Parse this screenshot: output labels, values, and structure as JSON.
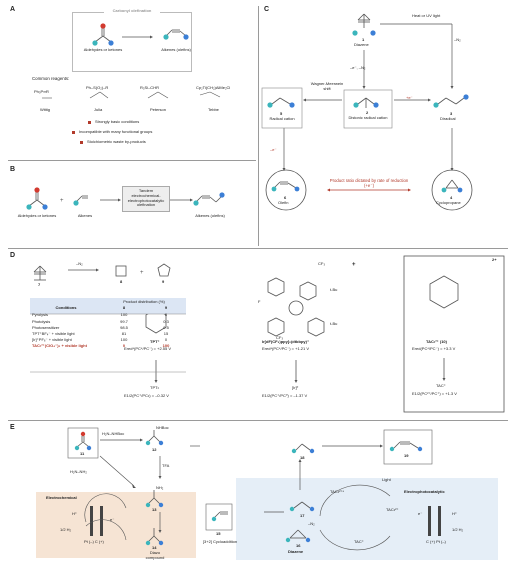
{
  "colors": {
    "teal": "#3bb5bc",
    "blue": "#3c7fd6",
    "red": "#b23a2b",
    "gray": "#7b7b7b",
    "peach": "#f6e4d4",
    "lightblue": "#e5eef7",
    "tableblue": "#dce6f4"
  },
  "panelA": {
    "label": "A",
    "header": "Carbonyl olefination",
    "left_compound": "Aldehydes or ketones",
    "right_compound": "Alkenes (olefins)",
    "common_reagents": "Common reagents:",
    "reagents": [
      {
        "formula": "Ph₃P═R",
        "name": "Wittig"
      },
      {
        "formula": "Ph–S(O₂)–R",
        "name": "Julia"
      },
      {
        "formula": "R₃Si–CHR",
        "name": "Peterson"
      },
      {
        "formula": "Cp₂Ti(CH₂)AlMe₂Cl",
        "name": "Tebbe"
      }
    ],
    "drawbacks": [
      "Strongly basic conditions",
      "Incompatible with many functional groups",
      "Stoichiometric waste by-products"
    ]
  },
  "panelB": {
    "label": "B",
    "left": "Aldehydes or ketones",
    "middle": "Alkenes",
    "box": "Tandem electrochemical-electrophotocatalytic olefination",
    "right": "Alkenes (olefins)"
  },
  "panelC": {
    "label": "C",
    "c1": {
      "num": "1",
      "name": "Diazene"
    },
    "c2": {
      "num": "2",
      "name": "Distonic radical cation"
    },
    "c3": {
      "num": "3",
      "name": "Diradical"
    },
    "c4": {
      "num": "4",
      "name": "Cyclopropane"
    },
    "c5": {
      "num": "5",
      "name": "Radical cation"
    },
    "c6": {
      "num": "6",
      "name": "Olefin"
    },
    "heat": "Heat or UV light",
    "minus_n2_a": "–N₂",
    "minus_n2_b": "–e⁻, –N₂",
    "wagner": "Wagner-Meerwein shift",
    "plus_e": "+e⁻",
    "minus_e": "–e⁻",
    "ratio": "Product ratio dictated by rate of reduction (+e⁻)"
  },
  "panelD": {
    "label": "D",
    "minus_n2": "–N₂",
    "c7": "7",
    "c8": "8",
    "c9": "9",
    "table": {
      "col_header": "Conditions",
      "dist_header": "Product distribution (%)",
      "col8": "8",
      "col9": "9",
      "rows": [
        [
          "Pyrolysis",
          "100",
          "0"
        ],
        [
          "Photolysis",
          "99.7",
          "0.3"
        ],
        [
          "Photosensitizer",
          "98.5",
          "0.5"
        ],
        [
          "TPT⁺BF₄⁻ + visible light",
          "81",
          "15"
        ],
        [
          "[Ir]⁺PF₆⁻ + visible light",
          "100",
          "0"
        ],
        [
          "TAC•²⁺(ClO₄⁻)₂ + visible light",
          "0",
          "100"
        ]
      ]
    },
    "tpt": {
      "name": "TPT⁺",
      "eox": "Ered*(PC*/PC⁻) = +2.55 V",
      "red": "TPT•",
      "e12": "E1/2(PC⁺/PC•) = –0.32 V"
    },
    "ir": {
      "name": "Ir[dF(CF₃)ppy]₂(dtbbpy)⁺",
      "eox": "Ered*(PC*/PC⁻) = +1.21 V",
      "red": "[Ir]⁰",
      "e12": "E1/2(PC⁺/PC⁰) = –1.37 V",
      "tbu": "t-Bu",
      "cf3": "CF₃",
      "f": "F",
      "plus": "+"
    },
    "tac": {
      "name": "TAC•²⁺ (10)",
      "eox": "Ered(PC*/PC⁻) = +3.3 V",
      "red": "TAC⁺",
      "e12": "E1/2(PC²⁺/PC⁺) = +1.3 V",
      "charge": "2+"
    }
  },
  "panelE": {
    "label": "E",
    "c11": "11",
    "c12": "12",
    "c13": "13",
    "c14": "14",
    "c15": "15",
    "c16": "16",
    "c16_name": "Diazene",
    "c17": "17",
    "c18": "18",
    "c19": "19",
    "reagent1": "H₂N–NHBoc",
    "reagent2": "H₂N–NH₂",
    "tfa": "TFA",
    "nhboc": "NHBoc",
    "nh2": "NH₂",
    "electrochemical": "Electrochemical",
    "electrophotocatalytic": "Electrophotocatalytic",
    "electrode_left": "Pt (–) C (+)",
    "electrode_right": "C (+) Pt (–)",
    "hplus": "H⁺",
    "h2": "1/2 H₂",
    "electron": "e⁻",
    "diazo": "Diazo compound",
    "cyclo": "[3+2] Cycloaddition",
    "minus_n2": "–N₂",
    "light": "Light",
    "tac_excited": "TAC•²⁺*",
    "tac_ground": "TAC•²⁺",
    "tac_plus": "TAC⁺",
    "charge_plus": "+",
    "dot": "•"
  }
}
